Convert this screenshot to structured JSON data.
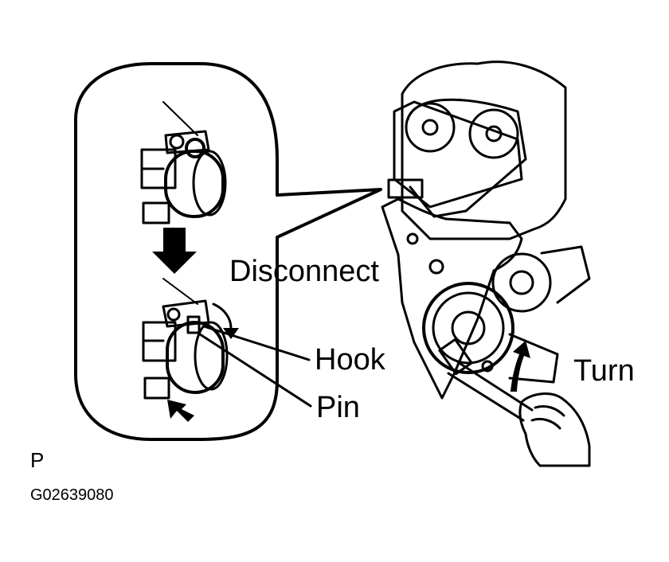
{
  "labels": {
    "disconnect": "Disconnect",
    "hook": "Hook",
    "pin": "Pin",
    "turn": "Turn",
    "view_code": "P",
    "figure_id": "G02639080"
  },
  "colors": {
    "ink": "#000000",
    "paper": "#ffffff"
  }
}
